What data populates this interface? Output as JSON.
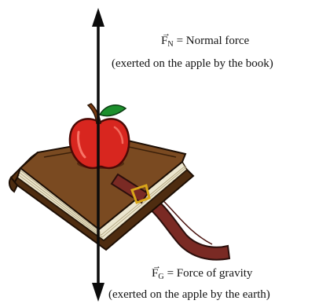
{
  "normal": {
    "symbol": "F",
    "subscript": "N",
    "arrow": "→",
    "text": "= Normal force",
    "detail": "(exerted on the apple by the book)"
  },
  "gravity": {
    "symbol": "F",
    "subscript": "G",
    "arrow": "→",
    "text": "= Force of gravity",
    "detail": "(exerted on the apple by the earth)"
  },
  "colors": {
    "apple_red": "#d8261f",
    "stem_brown": "#7a3b12",
    "leaf_green": "#1c8f2c",
    "book_cover": "#7a4a21",
    "book_cover_dark": "#4e2c10",
    "pages": "#ece6cf",
    "bookmark": "#7a2a24",
    "clasp": "#d9a619",
    "arrow": "#0c0c0c"
  }
}
